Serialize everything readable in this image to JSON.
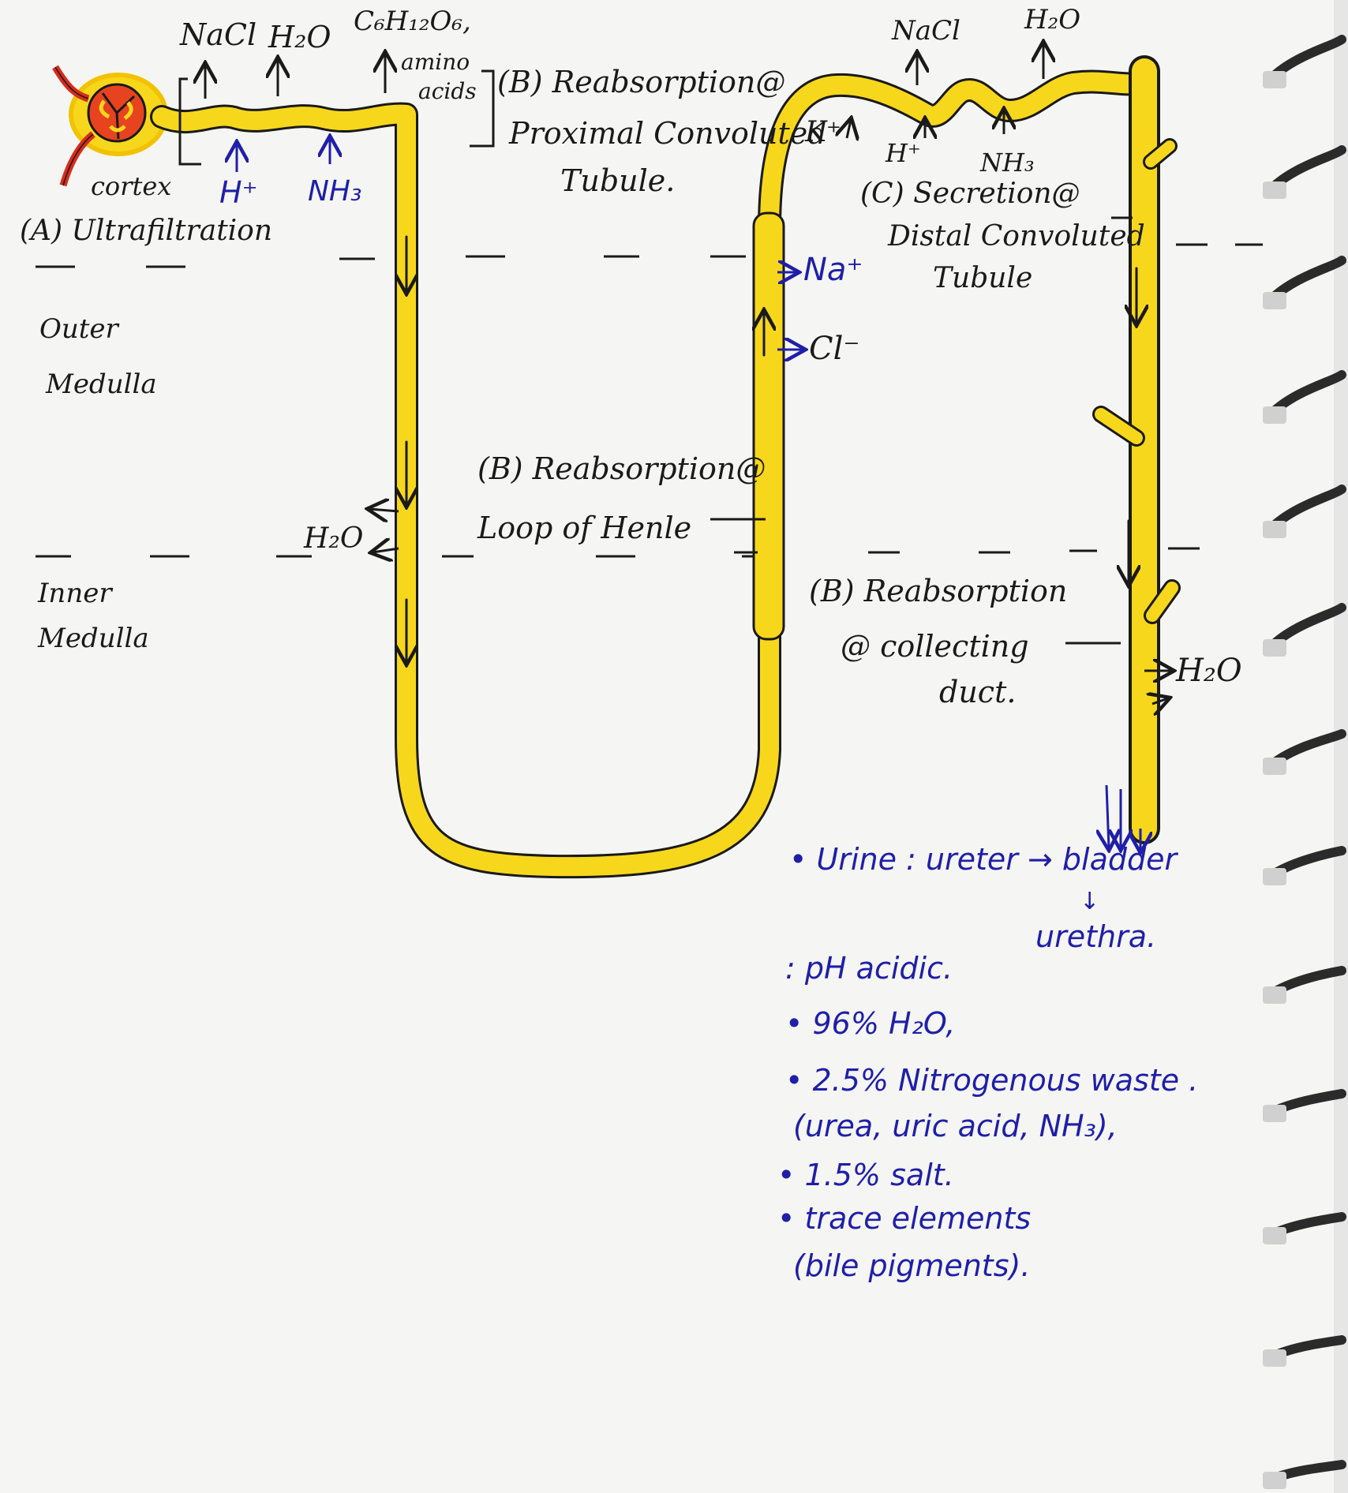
{
  "title": "",
  "colors": {
    "tubule": "#f7d71c",
    "ink": "#1a1a1a",
    "blue_ink": "#1f1fa8",
    "blood": "#d82b1b",
    "paper": "#f5f5f3"
  },
  "regions": {
    "cortex": "cortex",
    "outer_medulla": [
      "Outer",
      "Medulla"
    ],
    "inner_medulla": [
      "Inner",
      "Medulla"
    ]
  },
  "stages": {
    "ultrafiltration": "(A) Ultrafiltration",
    "pct": [
      "(B) Reabsorption@",
      "Proximal Convoluted",
      "Tubule."
    ],
    "loop": [
      "(B) Reabsorption@",
      "Loop of Henle"
    ],
    "dct": [
      "(C) Secretion@",
      "Distal Convoluted",
      "Tubule"
    ],
    "collecting": [
      "(B) Reabsorption",
      "@ collecting",
      "duct."
    ]
  },
  "pct_out": [
    "NaCl",
    "H₂O",
    "C₆H₁₂O₆,",
    "amino",
    "acids"
  ],
  "pct_in": [
    "H⁺",
    "NH₃"
  ],
  "dct_out": [
    "NaCl",
    "H₂O"
  ],
  "dct_in": [
    "K⁺",
    "H⁺",
    "NH₃"
  ],
  "loop_out": {
    "descending": "H₂O",
    "ascending": [
      "Na⁺",
      "Cl⁻"
    ]
  },
  "duct_out": "H₂O",
  "urine_notes": [
    "• Urine : ureter → bladder",
    "↓",
    "urethra.",
    ": pH acidic.",
    "• 96% H₂O,",
    "• 2.5% Nitrogenous waste .",
    "(urea, uric acid, NH₃),",
    "• 1.5% salt.",
    "• trace elements",
    "(bile pigments)."
  ],
  "icons": [
    "glomerulus-icon",
    "spiral-binding-icon"
  ]
}
